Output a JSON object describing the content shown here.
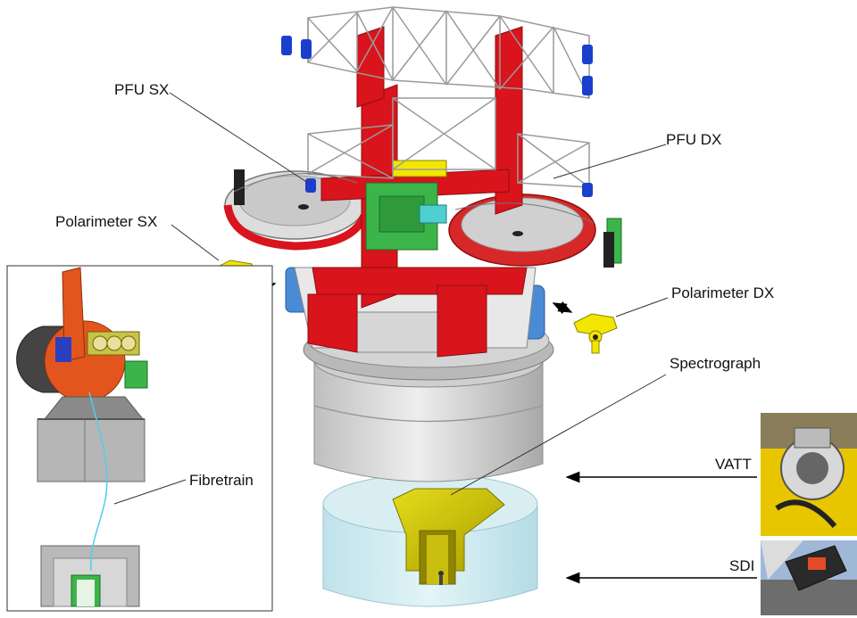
{
  "labels": {
    "pfu_sx": "PFU SX",
    "pfu_dx": "PFU DX",
    "polarimeter_sx": "Polarimeter SX",
    "polarimeter_dx": "Polarimeter DX",
    "spectrograph": "Spectrograph",
    "fibretrain": "Fibretrain",
    "vatt": "VATT",
    "sdi": "SDI"
  },
  "colors": {
    "frame_red": "#d9141c",
    "truss_grey": "#c8c8c8",
    "polarimeter_yellow": "#f2e600",
    "spectrograph_yellow": "#cfc400",
    "cooling_blue": "#4a8bd6",
    "enclosure_cyan": "#cfecf2",
    "inset_green": "#3bb54a"
  }
}
